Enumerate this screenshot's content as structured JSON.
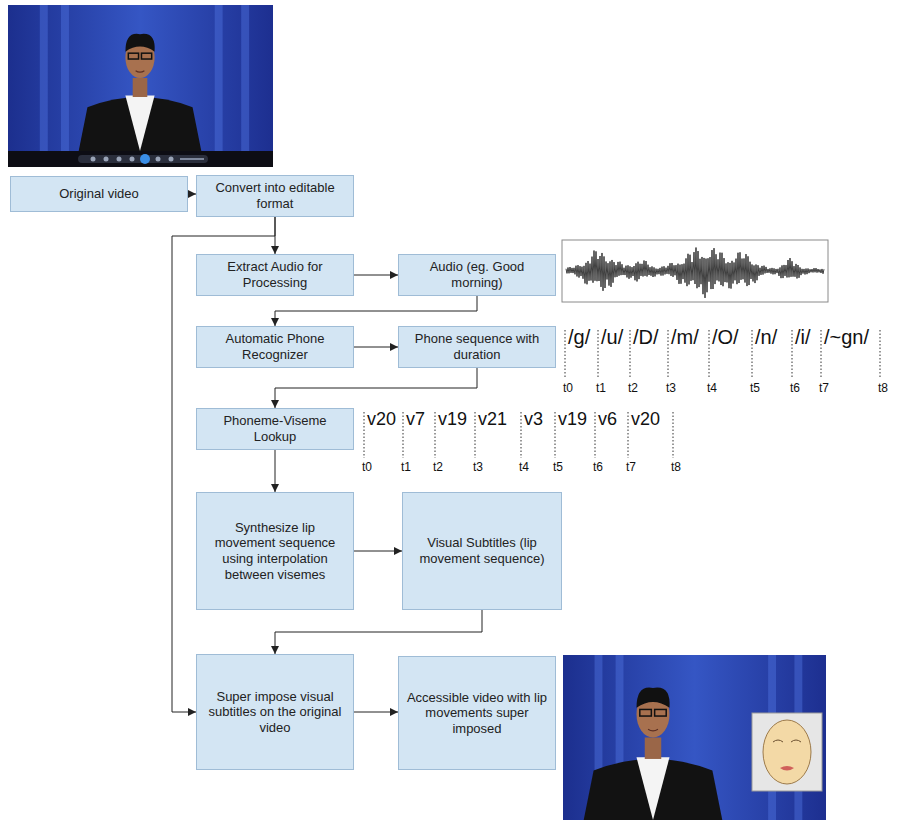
{
  "diagram": {
    "nodes": [
      {
        "text": [
          "Original video"
        ]
      },
      {
        "text": [
          "Convert into editable format"
        ]
      },
      {
        "text": [
          "Extract Audio for Processing"
        ]
      },
      {
        "text": [
          "Audio (eg. Good morning)"
        ]
      },
      {
        "text": [
          "Automatic Phone Recognizer"
        ]
      },
      {
        "text": [
          "Phone sequence with duration"
        ]
      },
      {
        "text": [
          "Phoneme-Viseme Lookup"
        ]
      },
      {
        "text": [
          "Synthesize lip movement sequence using interpolation between visemes"
        ]
      },
      {
        "text": [
          "Visual Subtitles (lip movement sequence)"
        ]
      },
      {
        "text": [
          "Super impose visual subtitles on the original video"
        ]
      },
      {
        "text": [
          "Accessible video with lip movements super imposed"
        ]
      }
    ],
    "edges": [
      {
        "from": 0,
        "to": 1,
        "arrow": "to"
      },
      {
        "from": 1,
        "to": 2,
        "arrow": "to"
      },
      {
        "from": 1,
        "to": 9,
        "arrow": "to"
      },
      {
        "from": 2,
        "to": 3,
        "arrow": "to"
      },
      {
        "from": 3,
        "to": 4,
        "arrow": "to"
      },
      {
        "from": 4,
        "to": 5,
        "arrow": "to"
      },
      {
        "from": 5,
        "to": 6,
        "arrow": "to"
      },
      {
        "from": 6,
        "to": 7,
        "arrow": "to"
      },
      {
        "from": 7,
        "to": 8,
        "arrow": "to"
      },
      {
        "from": 8,
        "to": 9,
        "arrow": "to"
      },
      {
        "from": 9,
        "to": 10,
        "arrow": "to"
      }
    ],
    "labels": [
      "/g/",
      "/u/",
      "/D/",
      "/m/",
      "/O/",
      "/n/",
      "/i/",
      "/~gn/",
      "t0",
      "t1",
      "t2",
      "t3",
      "t4",
      "t5",
      "t6",
      "t7",
      "t8",
      "v20",
      "v7",
      "v19",
      "v21",
      "v3",
      "v19",
      "v6",
      "v20",
      "t0",
      "t1",
      "t2",
      "t3",
      "t4",
      "t5",
      "t6",
      "t7",
      "t8"
    ]
  }
}
